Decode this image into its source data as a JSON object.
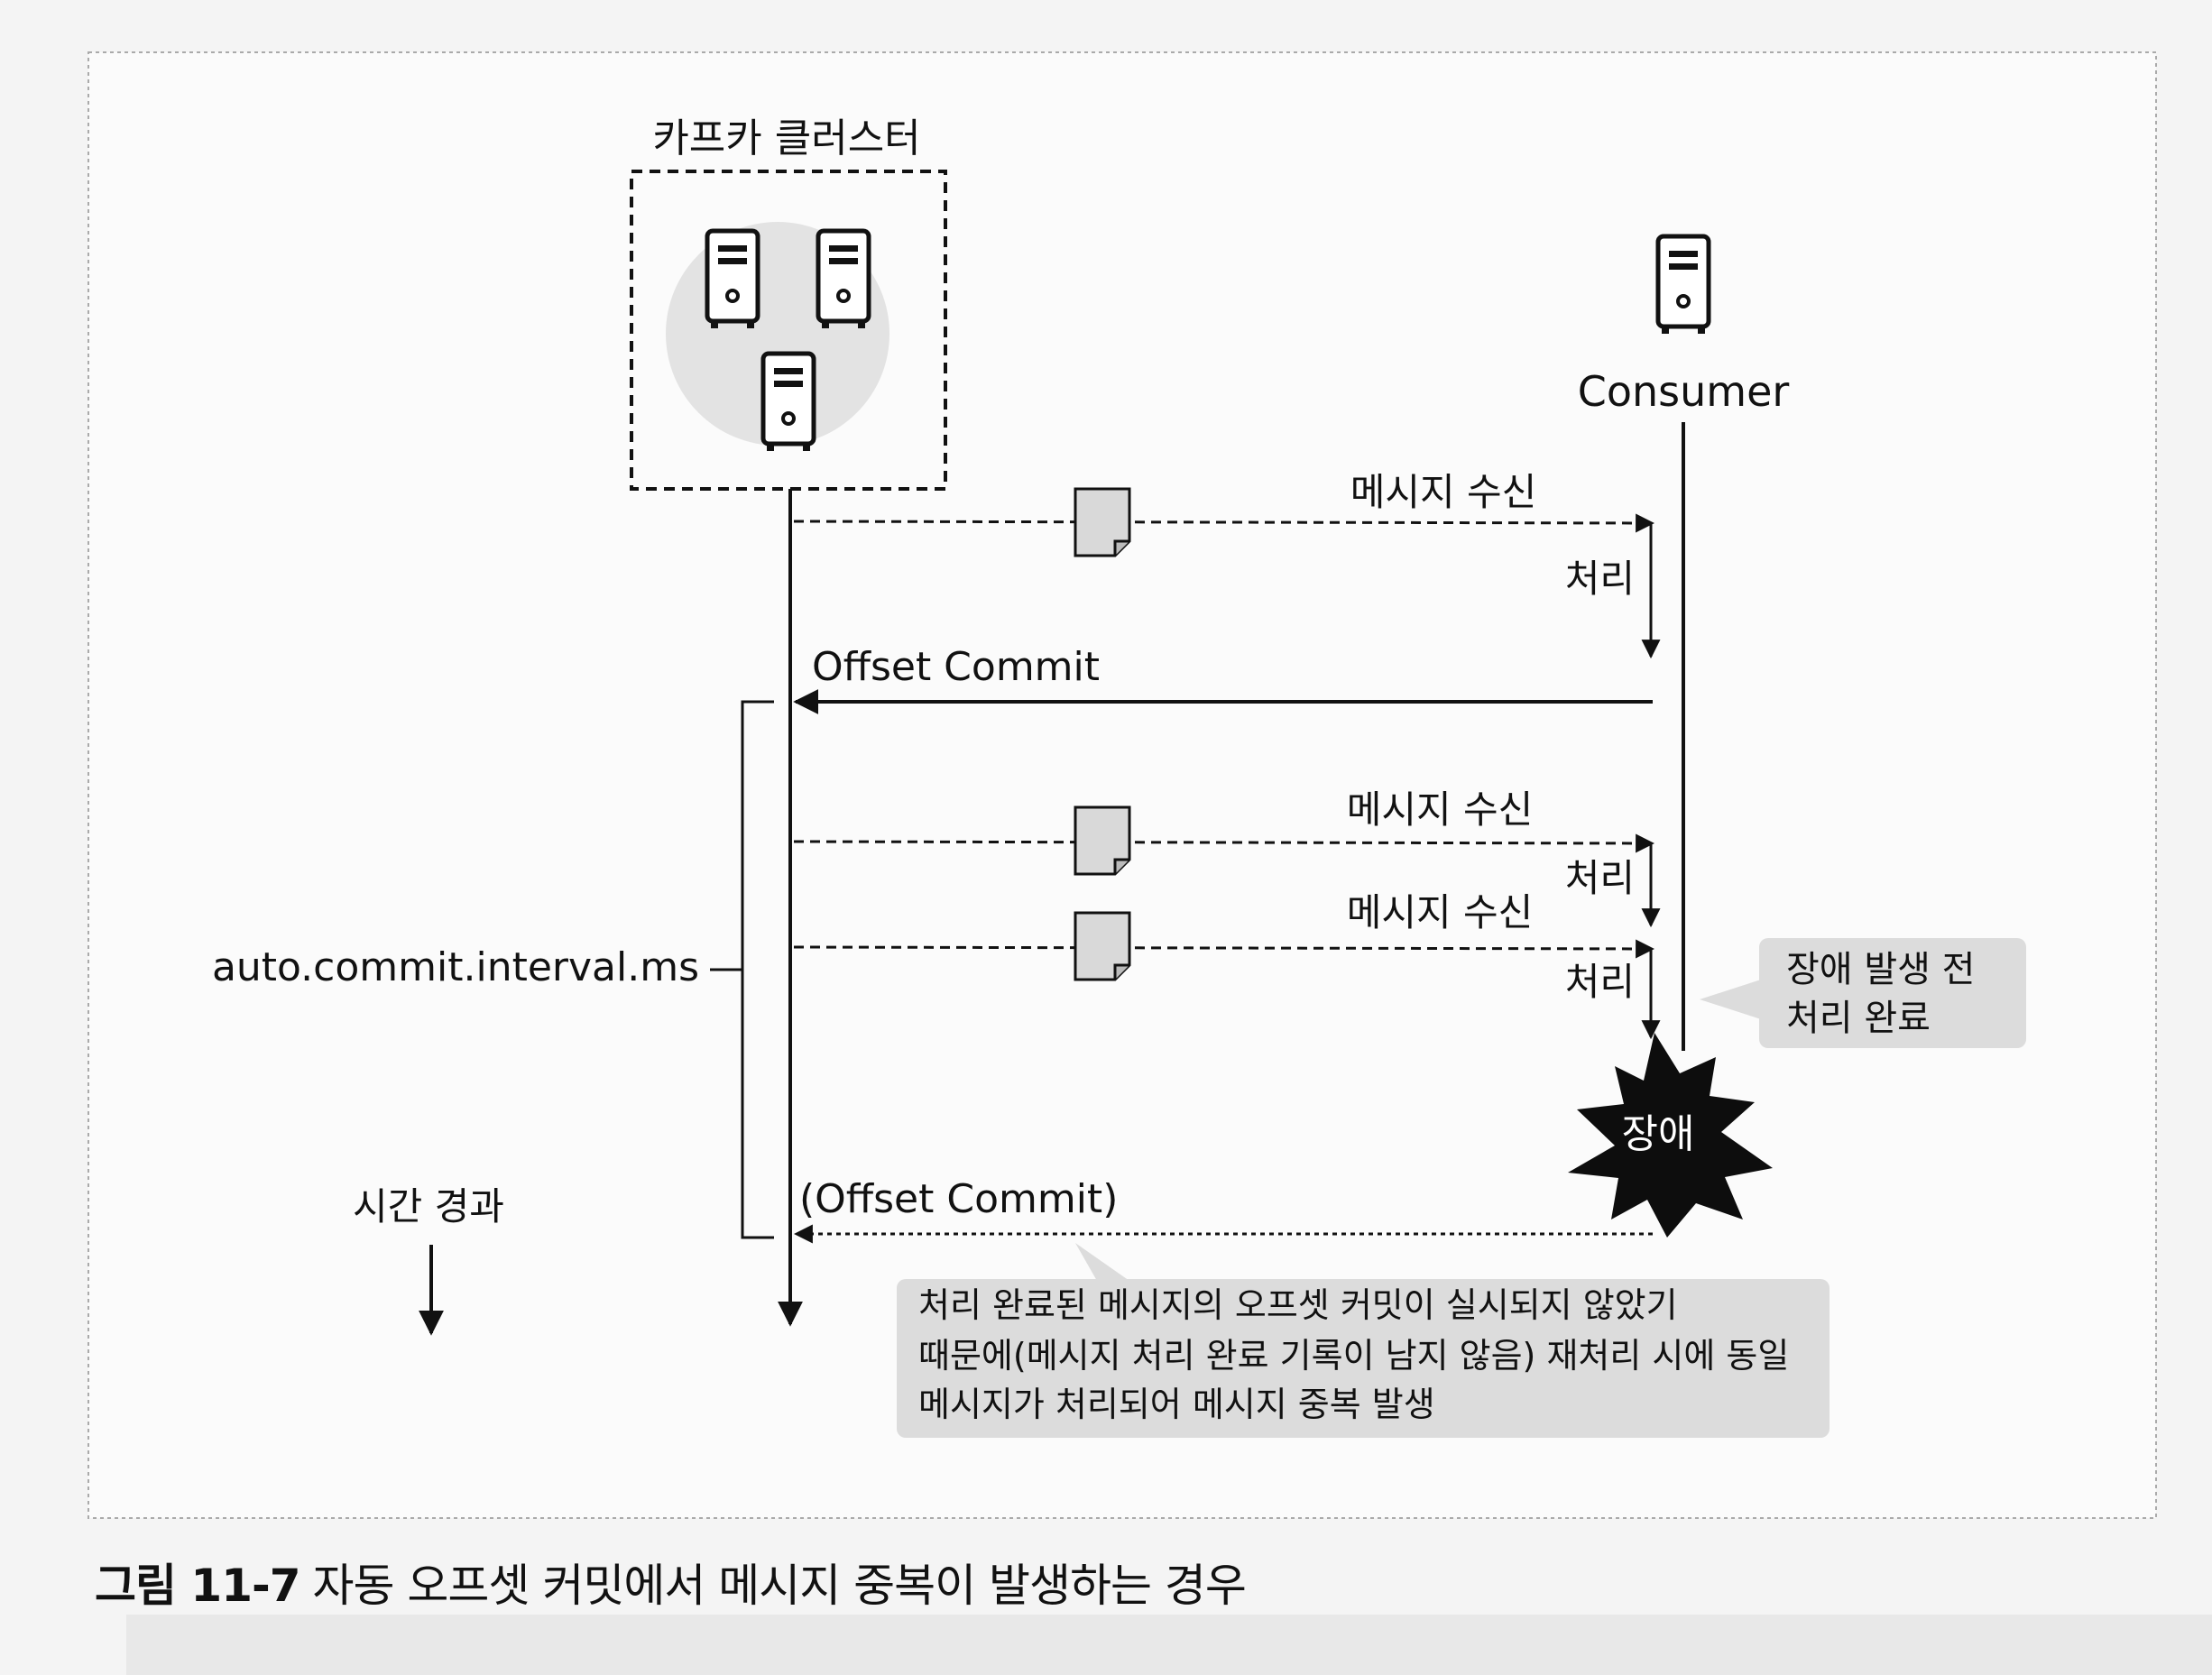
{
  "cluster": {
    "label": "카프카 클러스터"
  },
  "consumer": {
    "label": "Consumer"
  },
  "messages": [
    {
      "label": "메시지 수신",
      "process_label": "처리"
    },
    {
      "label": "메시지 수신",
      "process_label": "처리"
    },
    {
      "label": "메시지 수신",
      "process_label": "처리"
    }
  ],
  "offset_commit": "Offset Commit",
  "offset_commit_failed": "(Offset Commit)",
  "interval_label": "auto.commit.interval.ms",
  "time_label": "시간 경과",
  "callout_before_failure": [
    "장애 발생 전",
    "처리 완료"
  ],
  "failure_label": "장애",
  "callout_duplicate": [
    "처리 완료된 메시지의 오프셋 커밋이 실시되지 않았기",
    "때문에(메시지 처리 완료 기록이 남지 않음) 재처리 시에 동일",
    "메시지가 처리되어 메시지 중복 발생"
  ],
  "caption": {
    "number": "그림 11-7",
    "text": "자동 오프셋 커밋에서 메시지 중복이 발생하는 경우"
  },
  "colors": {
    "callout_bg": "#dcdcdc",
    "cluster_circle": "#e3e3e3",
    "document": "#d9d9d9",
    "burst": "#0d0d0d"
  }
}
